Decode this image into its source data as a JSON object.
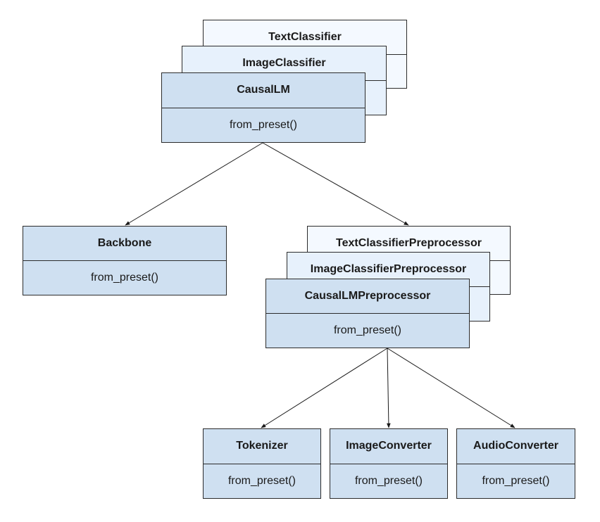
{
  "diagram": {
    "task": {
      "variants": [
        "TextClassifier",
        "ImageClassifier"
      ],
      "title": "CausalLM",
      "method": "from_preset()"
    },
    "backbone": {
      "title": "Backbone",
      "method": "from_preset()"
    },
    "preprocessor": {
      "variants": [
        "TextClassifierPreprocessor",
        "ImageClassifierPreprocessor"
      ],
      "title": "CausalLMPreprocessor",
      "method": "from_preset()"
    },
    "components": [
      {
        "title": "Tokenizer",
        "method": "from_preset()"
      },
      {
        "title": "ImageConverter",
        "method": "from_preset()"
      },
      {
        "title": "AudioConverter",
        "method": "from_preset()"
      }
    ],
    "colors": {
      "box_fill": "#cfe0f1",
      "stack_fill_near": "#e7f1fc",
      "stack_fill_far": "#f4f9ff",
      "border": "#2b2b2b",
      "arrow": "#1a1a1a"
    }
  }
}
